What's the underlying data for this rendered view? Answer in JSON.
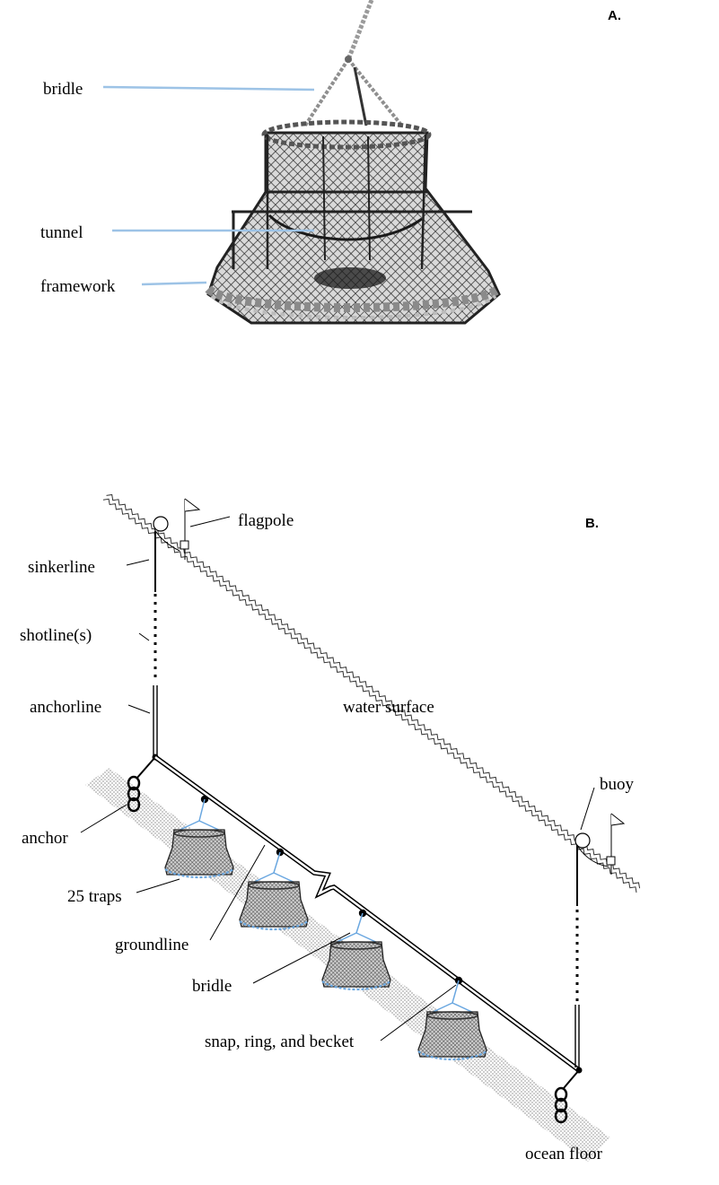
{
  "panel_a": {
    "panel_label": "A.",
    "labels": {
      "bridle": "bridle",
      "tunnel": "tunnel",
      "framework": "framework"
    },
    "leader_color": "#9dc3e6"
  },
  "panel_b": {
    "panel_label": "B.",
    "labels": {
      "flagpole": "flagpole",
      "sinkerline": "sinkerline",
      "shotline": "shotline(s)",
      "anchorline": "anchorline",
      "water_surface": "water surface",
      "buoy": "buoy",
      "anchor": "anchor",
      "traps": "25 traps",
      "groundline": "groundline",
      "bridle": "bridle",
      "snap": "snap, ring, and becket",
      "ocean_floor": "ocean floor"
    },
    "trap_bridle_color": "#6aa7e0"
  }
}
